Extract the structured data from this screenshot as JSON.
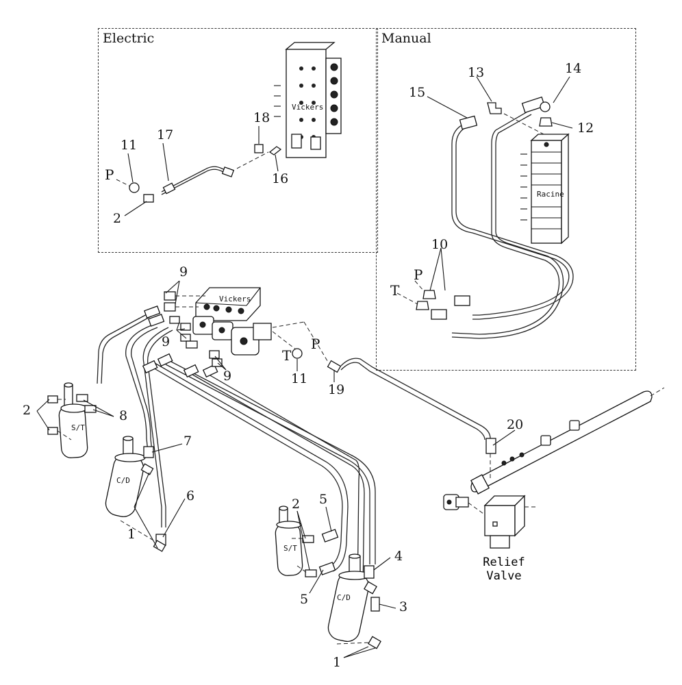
{
  "panels": {
    "electric_title": "Electric",
    "manual_title": "Manual"
  },
  "valve_labels": {
    "vickers_upper": "Vickers",
    "vickers_lower": "Vickers",
    "racine": "Racine"
  },
  "cylinder_labels": {
    "st_left": "S/T",
    "cd_left": "C/D",
    "st_right": "S/T",
    "cd_right": "C/D"
  },
  "ports": {
    "p_electric": "P",
    "p_manual": "P",
    "t_manual": "T",
    "p_main": "P",
    "t_main": "T"
  },
  "callouts": {
    "n1_left": "1",
    "n1_right": "1",
    "n2_electric": "2",
    "n2_left": "2",
    "n2_right": "2",
    "n3": "3",
    "n4": "4",
    "n5_top": "5",
    "n5_bottom": "5",
    "n6": "6",
    "n7": "7",
    "n8": "8",
    "n9_top": "9",
    "n9_mid": "9",
    "n9_bottom": "9",
    "n10": "10",
    "n11_electric": "11",
    "n11_main": "11",
    "n12": "12",
    "n13": "13",
    "n14": "14",
    "n15": "15",
    "n16": "16",
    "n17": "17",
    "n18": "18",
    "n19": "19",
    "n20": "20"
  },
  "relief_valve": {
    "line1": "Relief",
    "line2": "Valve"
  }
}
